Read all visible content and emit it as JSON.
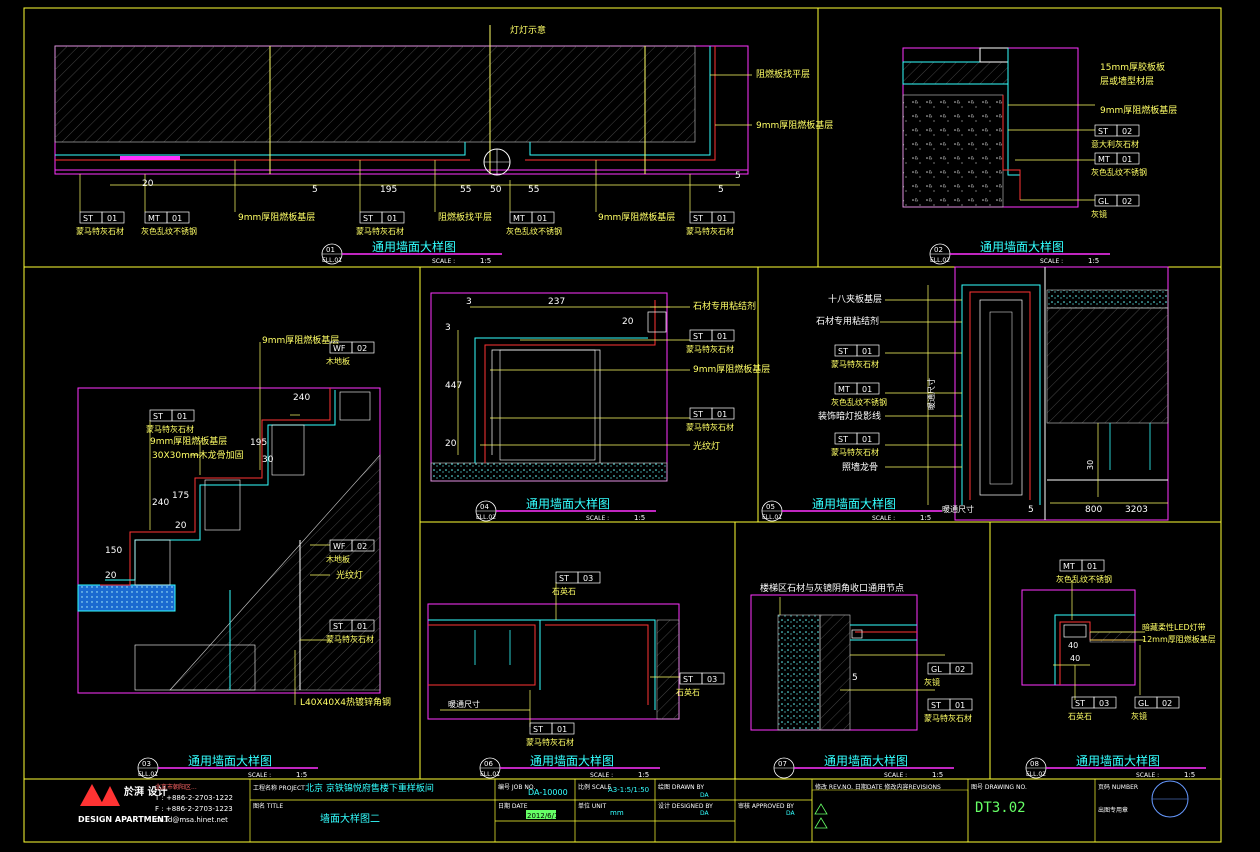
{
  "colors": {
    "background": "#000000",
    "frame": "#ffff33",
    "outline": "#ff33ff",
    "cyan": "#33ffff",
    "yellow": "#ffff66",
    "green": "#66ff66",
    "red": "#ff3333",
    "white": "#ffffff"
  },
  "details": {
    "d01": {
      "num": "01",
      "ref": "ELL.01",
      "title": "通用墙面大样图",
      "scale_label": "SCALE :",
      "scale": "1:5",
      "labels": {
        "light": "灯灯示意",
        "r1": "阻燃板找平层",
        "r2": "9mm厚阻燃板基层",
        "b1": "9mm厚阻燃板基层",
        "b2": "阻燃板找平层",
        "b3": "9mm厚阻燃板基层"
      },
      "tags": [
        {
          "code": "ST",
          "num": "01",
          "text": "蒙马特灰石材"
        },
        {
          "code": "MT",
          "num": "01",
          "text": "灰色乱纹不锈钢"
        },
        {
          "code": "ST",
          "num": "01",
          "text": "蒙马特灰石材"
        },
        {
          "code": "MT",
          "num": "01",
          "text": "灰色乱纹不锈钢"
        },
        {
          "code": "ST",
          "num": "01",
          "text": "蒙马特灰石材"
        }
      ],
      "dims": [
        "20",
        "5",
        "195",
        "55",
        "50",
        "55",
        "5",
        "5"
      ]
    },
    "d02": {
      "num": "02",
      "ref": "ELL.02",
      "title": "通用墙面大样图",
      "scale_label": "SCALE :",
      "scale": "1:5",
      "labels": {
        "l1": "15mm厚胶板板",
        "l2": "层或墙型材层",
        "l3": "9mm厚阻燃板基层"
      },
      "tags": [
        {
          "code": "ST",
          "num": "02",
          "text": "意大利灰石材"
        },
        {
          "code": "MT",
          "num": "01",
          "text": "灰色乱纹不锈钢"
        },
        {
          "code": "GL",
          "num": "02",
          "text": "灰镜"
        }
      ]
    },
    "d03": {
      "num": "03",
      "ref": "ELL.01",
      "title": "通用墙面大样图",
      "scale_label": "SCALE :",
      "scale": "1:5",
      "labels": {
        "top": "9mm厚阻燃板基层",
        "l1": "9mm厚阻燃板基层",
        "l2": "30X30mm木龙骨加固",
        "angle": "L40X40X4热镀锌角钢",
        "lamp": "光纹灯"
      },
      "tags": [
        {
          "code": "WF",
          "num": "02",
          "text": "木地板"
        },
        {
          "code": "ST",
          "num": "01",
          "text": "蒙马特灰石材"
        },
        {
          "code": "WF",
          "num": "02",
          "text": "木地板"
        },
        {
          "code": "ST",
          "num": "01",
          "text": "蒙马特灰石材"
        }
      ],
      "dims": [
        "240",
        "195",
        "30",
        "240",
        "175",
        "20",
        "150",
        "20"
      ]
    },
    "d04": {
      "num": "04",
      "ref": "ELL.02",
      "title": "通用墙面大样图",
      "scale_label": "SCALE :",
      "scale": "1:5",
      "labels": {
        "glue": "石材专用粘结剂",
        "base": "9mm厚阻燃板基层",
        "lamp": "光纹灯"
      },
      "tags": [
        {
          "code": "ST",
          "num": "01",
          "text": "蒙马特灰石材"
        },
        {
          "code": "ST",
          "num": "01",
          "text": "蒙马特灰石材"
        }
      ],
      "dims": [
        "237",
        "3",
        "20",
        "447",
        "20",
        "3"
      ]
    },
    "d05": {
      "num": "05",
      "ref": "ELL.01",
      "title": "通用墙面大样图",
      "scale_label": "SCALE :",
      "scale": "1:5",
      "labels": {
        "l1": "十八夹板基层",
        "l2": "石材专用粘结剂",
        "l3": "装饰暗灯投影线",
        "l4": "照墙龙骨",
        "v1": "暖通尺寸",
        "v2": "暖通尺寸"
      },
      "tags": [
        {
          "code": "ST",
          "num": "01",
          "text": "蒙马特灰石材"
        },
        {
          "code": "MT",
          "num": "01",
          "text": "灰色乱纹不锈钢"
        },
        {
          "code": "ST",
          "num": "01",
          "text": "蒙马特灰石材"
        }
      ],
      "dims": [
        "5",
        "800",
        "3203",
        "30"
      ]
    },
    "d06": {
      "num": "06",
      "ref": "ELL.01",
      "title": "通用墙面大样图",
      "scale_label": "SCALE :",
      "scale": "1:5",
      "labels": {
        "v": "暖通尺寸"
      },
      "tags": [
        {
          "code": "ST",
          "num": "03",
          "text": "石英石"
        },
        {
          "code": "ST",
          "num": "03",
          "text": "石英石"
        },
        {
          "code": "ST",
          "num": "01",
          "text": "蒙马特灰石材"
        }
      ]
    },
    "d07": {
      "num": "07",
      "ref": "",
      "title": "通用墙面大样图",
      "scale_label": "SCALE :",
      "scale": "1:5",
      "labels": {
        "note": "楼梯区石材与灰镜阴角收口通用节点"
      },
      "tags": [
        {
          "code": "GL",
          "num": "02",
          "text": "灰镜"
        },
        {
          "code": "ST",
          "num": "01",
          "text": "蒙马特灰石材"
        }
      ],
      "dims": [
        "5"
      ]
    },
    "d08": {
      "num": "08",
      "ref": "ELL.02",
      "title": "通用墙面大样图",
      "scale_label": "SCALE :",
      "scale": "1:5",
      "labels": {
        "l1": "暗藏柔性LED灯带",
        "l2": "12mm厚阻燃板基层"
      },
      "tags": [
        {
          "code": "MT",
          "num": "01",
          "text": "灰色乱纹不锈钢"
        },
        {
          "code": "ST",
          "num": "03",
          "text": "石英石"
        },
        {
          "code": "GL",
          "num": "02",
          "text": "灰镜"
        }
      ],
      "dims": [
        "40",
        "40"
      ]
    }
  },
  "titleblock": {
    "brand_cn": "於湃\n设计",
    "brand_en": "DESIGN APARTMENT",
    "address": "北京市朝阳区...",
    "tel": "T : +886-2-2703-1222",
    "fax": "F : +886-2-2703-1223",
    "email": "da.id@msa.hinet.net",
    "project_label": "工程名称 PROJECT",
    "project": "北京 京铁锦悦府售楼下重样板间",
    "title_label": "图名 TITLE",
    "title": "墙面大样图二",
    "job_label": "编号 JOB NO.",
    "job": "DA-10000",
    "date_label": "日期 DATE",
    "date": "2012/6/1",
    "scale_label": "比例 SCALE",
    "scale": "A3-1:5/1:50",
    "unit_label": "单位 UNIT",
    "unit": "mm",
    "drawn_label": "绘图 DRAWN BY",
    "drawn": "DA",
    "designed_label": "设计 DESIGNED BY",
    "designed": "DA",
    "approved_label": "审核 APPROVED BY",
    "approved": "DA",
    "revisions_label": "修改 REV.NO. 日期DATE 修改内容REVISIONS",
    "drawing_no_label": "图号 DRAWING NO.",
    "drawing_no": "DT3.02",
    "page_label": "页码 NUMBER",
    "stamp_label": "出图专用章"
  }
}
